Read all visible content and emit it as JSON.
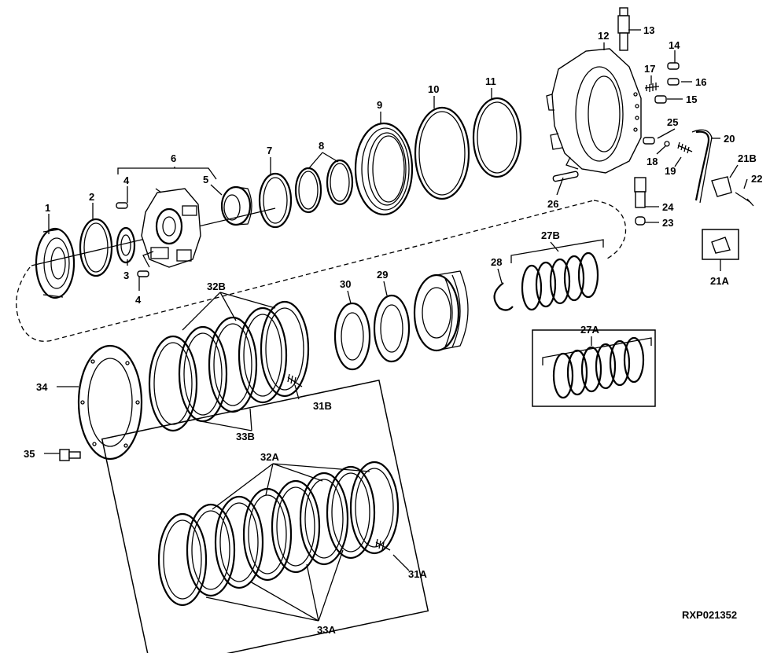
{
  "diagram": {
    "figure_code": "RXP021352",
    "callouts": [
      "1",
      "2",
      "3",
      "4",
      "4",
      "5",
      "6",
      "7",
      "8",
      "9",
      "10",
      "11",
      "12",
      "13",
      "14",
      "15",
      "16",
      "17",
      "18",
      "19",
      "20",
      "21A",
      "21B",
      "22",
      "23",
      "24",
      "25",
      "26",
      "27A",
      "27B",
      "28",
      "29",
      "30",
      "31A",
      "31B",
      "32A",
      "32B",
      "33A",
      "33B",
      "34",
      "35"
    ]
  }
}
